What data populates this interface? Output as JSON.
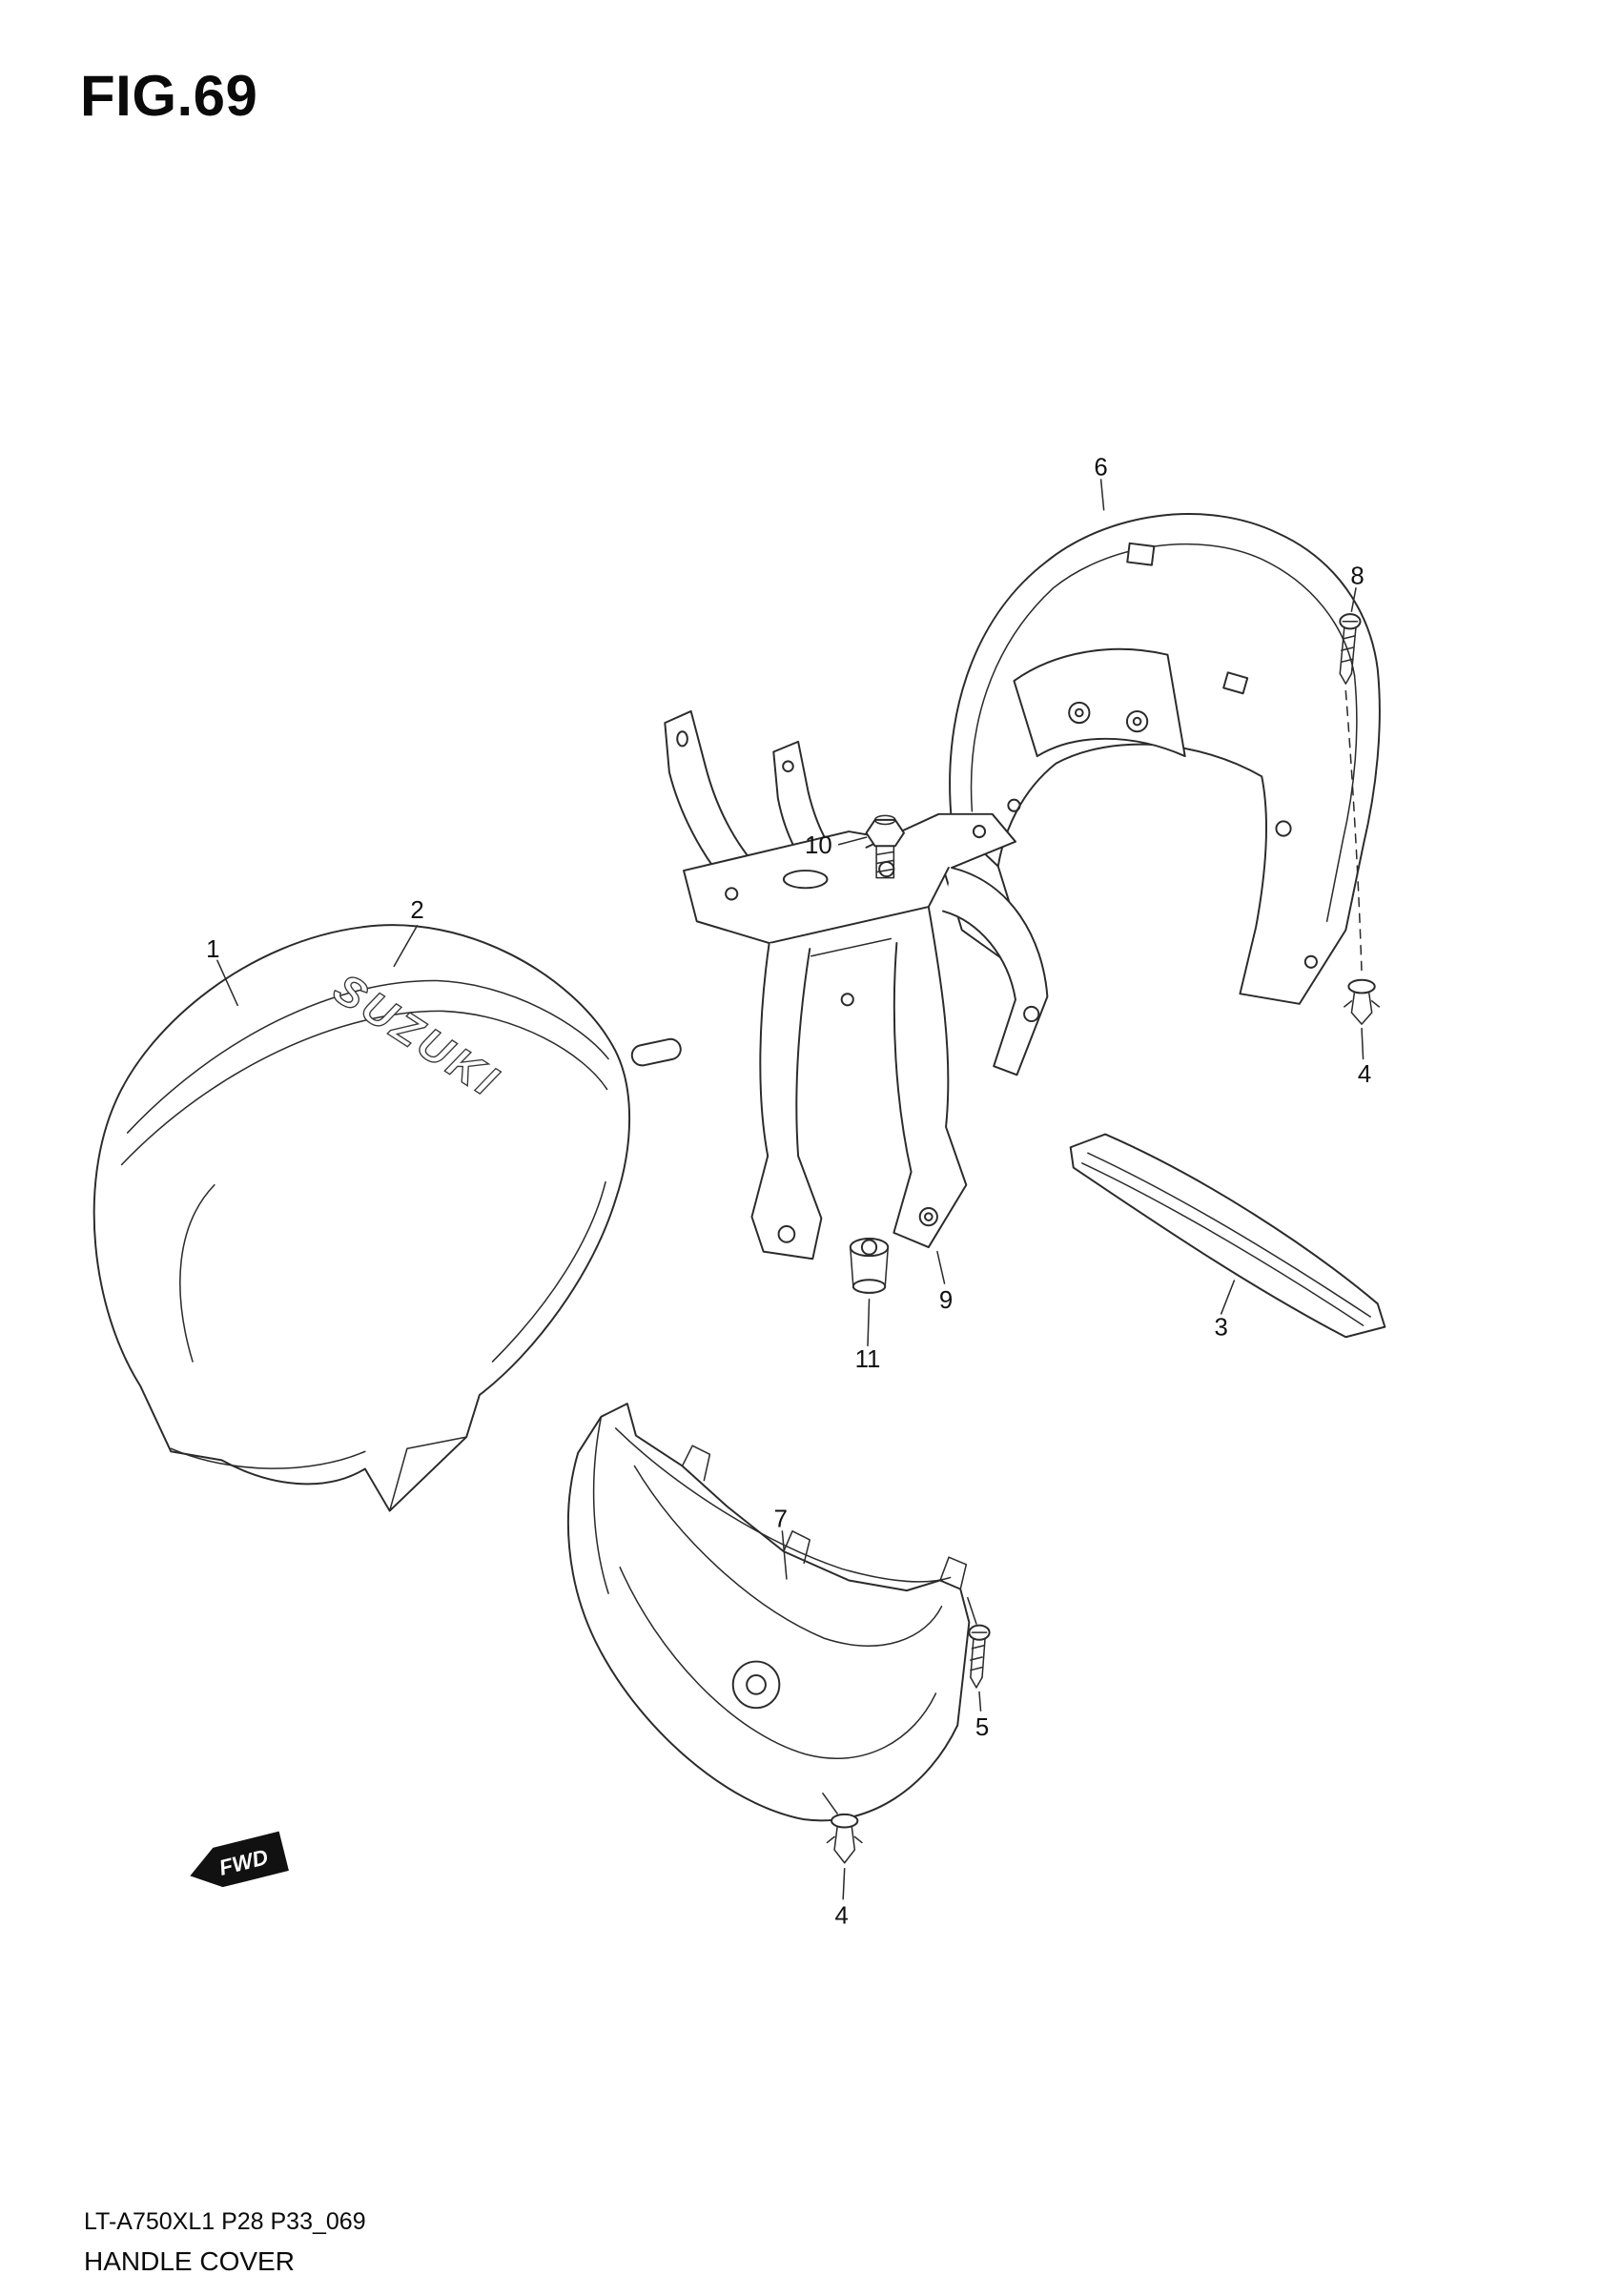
{
  "figure": {
    "title": "FIG.69",
    "doc_code": "LT-A750XL1 P28 P33_069",
    "part_title": "HANDLE COVER"
  },
  "drawing": {
    "brand_logo": "SUZUKI",
    "fwd_label": "FWD"
  },
  "callouts": [
    "1",
    "2",
    "3",
    "4",
    "4",
    "5",
    "6",
    "7",
    "8",
    "9",
    "10",
    "11"
  ]
}
